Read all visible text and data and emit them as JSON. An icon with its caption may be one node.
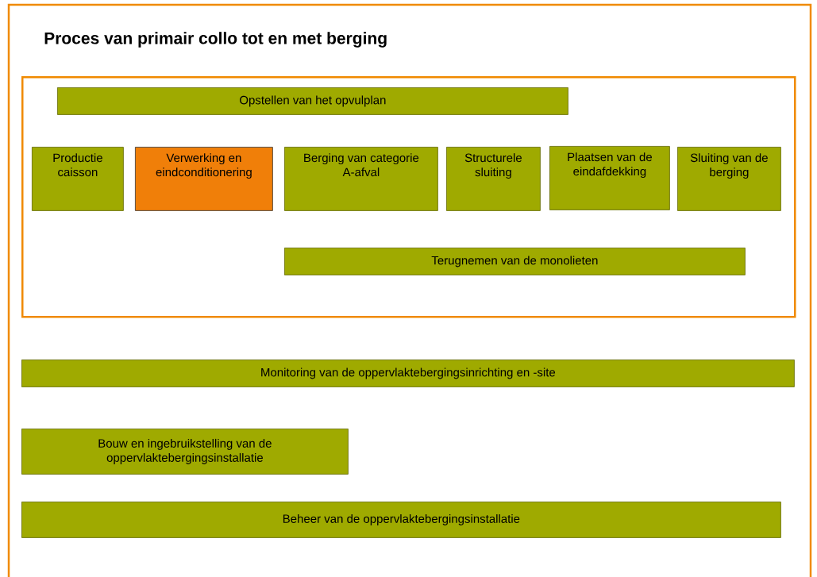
{
  "diagram": {
    "title": "Proces van primair collo tot en met berging",
    "nodes": [
      {
        "text": [],
        "shape": "box"
      },
      {
        "text": [
          "Opstellen van het opvulplan"
        ],
        "in": 0
      },
      {
        "text": [
          "Productie caisson"
        ],
        "in": 0
      },
      {
        "text": [
          "Verwerking en eindconditionering"
        ],
        "in": 0
      },
      {
        "text": [
          "Berging van categorie A-afval"
        ],
        "in": 0
      },
      {
        "text": [
          "Structurele sluiting"
        ],
        "in": 0
      },
      {
        "text": [
          "Plaatsen van de eindafdekking"
        ],
        "in": 0
      },
      {
        "text": [
          "Sluiting van de berging"
        ],
        "in": 0
      },
      {
        "text": [
          "Terugnemen van de monolieten"
        ],
        "in": 0
      },
      {
        "text": [
          "Monitoring  van de oppervlaktebergingsinrichting en -site"
        ]
      },
      {
        "text": [
          "Bouw en ingebruikstelling van de oppervlaktebergingsinstallatie"
        ]
      },
      {
        "text": [
          "Beheer van de oppervlaktebergingsinstallatie"
        ]
      }
    ]
  }
}
